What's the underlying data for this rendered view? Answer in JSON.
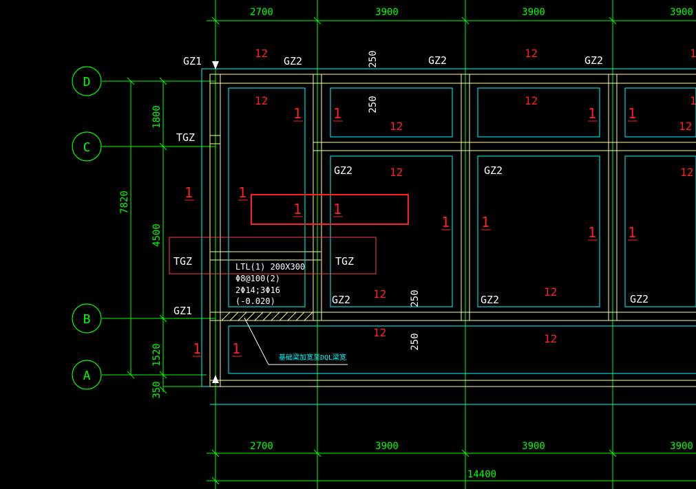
{
  "colors": {
    "background": "#000000",
    "grid_line": "#00ff00",
    "wall_line": "#ffff99",
    "slab_line": "#00ffff",
    "annotation_red": "#ff2020",
    "text_white": "#ffffff"
  },
  "axes": {
    "rows": [
      "D",
      "C",
      "B",
      "A"
    ]
  },
  "dimensions": {
    "top": [
      "2700",
      "3900",
      "3900",
      "3900"
    ],
    "bottom": [
      "2700",
      "3900",
      "3900",
      "3900"
    ],
    "bottom_total": "14400",
    "left_segments": [
      "1800",
      "4500",
      "1520",
      "350"
    ],
    "left_total": "7820",
    "wall_thickness_marks": [
      "250",
      "250",
      "250",
      "250"
    ]
  },
  "column_labels": {
    "gz1": "GZ1",
    "gz2": "GZ2",
    "tgz": "TGZ"
  },
  "slab_marks": {
    "thickness": "12",
    "type": "1"
  },
  "beam_note": {
    "lines": [
      "LTL(1) 200X300",
      "Φ8@100(2)",
      "2Φ14;3Φ16",
      "(-0.020)"
    ]
  },
  "callout": {
    "text": "基础梁加宽至DQL梁宽"
  }
}
